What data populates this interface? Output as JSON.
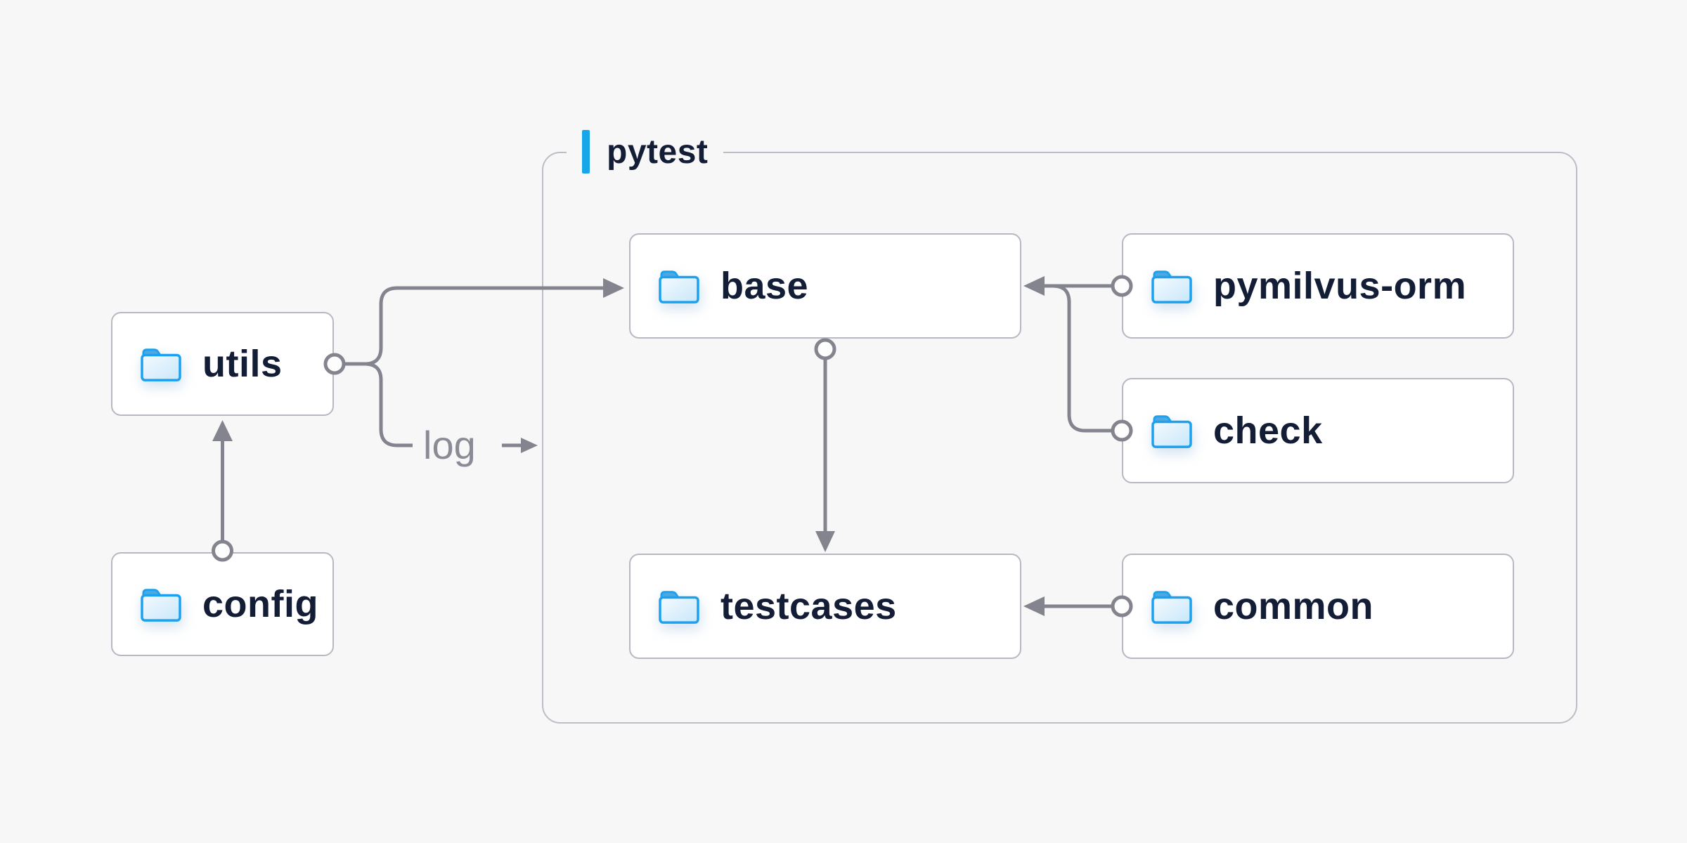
{
  "diagram": {
    "group": {
      "label": "pytest"
    },
    "nodes": {
      "utils": {
        "label": "utils",
        "icon": "folder-icon"
      },
      "config": {
        "label": "config",
        "icon": "folder-icon"
      },
      "base": {
        "label": "base",
        "icon": "folder-icon"
      },
      "pymilvus_orm": {
        "label": "pymilvus-orm",
        "icon": "folder-icon"
      },
      "check": {
        "label": "check",
        "icon": "folder-icon"
      },
      "testcases": {
        "label": "testcases",
        "icon": "folder-icon"
      },
      "common": {
        "label": "common",
        "icon": "folder-icon"
      }
    },
    "edge_label": "log",
    "edges": [
      {
        "from": "config",
        "to": "utils"
      },
      {
        "from": "utils",
        "to": "base"
      },
      {
        "from": "utils",
        "to": "log"
      },
      {
        "from": "base",
        "to": "testcases"
      },
      {
        "from": "pymilvus-orm",
        "to": "base"
      },
      {
        "from": "check",
        "to": "base"
      },
      {
        "from": "common",
        "to": "testcases"
      }
    ],
    "colors": {
      "background": "#f7f7f8",
      "node_background": "#ffffff",
      "node_border": "#b7b8c2",
      "group_border": "#bcbdc6",
      "connector": "#83848e",
      "label_text": "#141d36",
      "muted_text": "#8a8b95",
      "accent_blue": "#17a7e9",
      "folder_stroke": "#1ba1f0",
      "folder_tab": "#4fa9e1",
      "folder_fill_start": "#f4fafe",
      "folder_fill_end": "#c9e7fa"
    }
  }
}
